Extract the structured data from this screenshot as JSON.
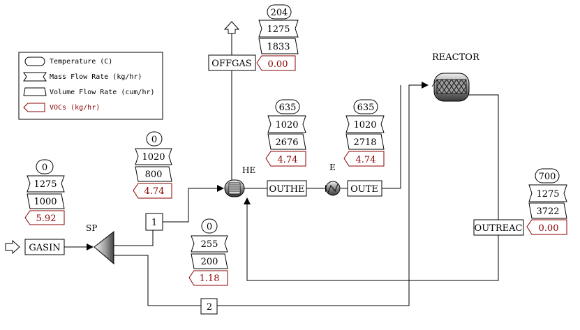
{
  "legend": {
    "temperature": "Temperature (C)",
    "mass": "Mass Flow Rate (kg/hr)",
    "volume": "Volume Flow Rate (cum/hr)",
    "vocs": "VOCs (kg/hr)"
  },
  "blocks": {
    "gasin": "GASIN",
    "sp": "SP",
    "he": "HE",
    "e": "E",
    "reactor": "REACTOR",
    "s1": "1",
    "s2": "2",
    "offgas": "OFFGAS",
    "outhe": "OUTHE",
    "oute": "OUTE",
    "outreac": "OUTREAC"
  },
  "streams": {
    "gasin": {
      "temp": "0",
      "mass": "1275",
      "volume": "1000",
      "vocs": "5.92"
    },
    "s1": {
      "temp": "0",
      "mass": "1020",
      "volume": "800",
      "vocs": "4.74"
    },
    "s2": {
      "temp": "0",
      "mass": "255",
      "volume": "200",
      "vocs": "1.18"
    },
    "offgas": {
      "temp": "204",
      "mass": "1275",
      "volume": "1833",
      "vocs": "0.00"
    },
    "outhe": {
      "temp": "635",
      "mass": "1020",
      "volume": "2676",
      "vocs": "4.74"
    },
    "oute": {
      "temp": "635",
      "mass": "1020",
      "volume": "2718",
      "vocs": "4.74"
    },
    "outreac": {
      "temp": "700",
      "mass": "1275",
      "volume": "3722",
      "vocs": "0.00"
    }
  },
  "colors": {
    "line": "#000000",
    "vocs": "#8b0000"
  }
}
